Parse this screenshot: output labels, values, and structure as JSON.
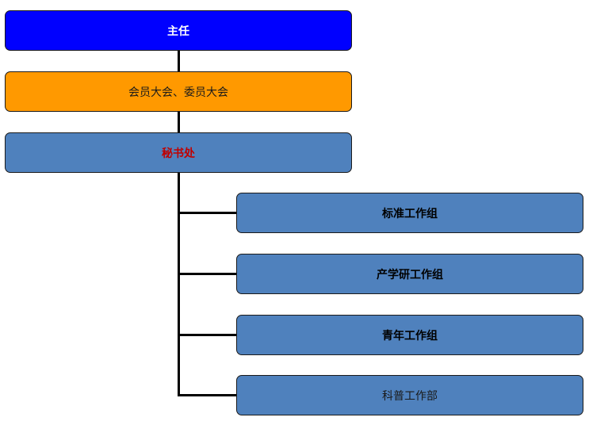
{
  "org_chart": {
    "director": {
      "label": "主任",
      "fill": "#0000FF",
      "text_color": "#FFFFFF"
    },
    "assembly": {
      "label": "会员大会、委员大会",
      "fill": "#FF9900",
      "text_color": "#1A1A1A"
    },
    "secretariat": {
      "label": "秘书处",
      "fill": "#4F81BD",
      "text_color": "#C00000"
    },
    "groups": [
      {
        "label": "标准工作组",
        "fill": "#4F81BD",
        "text_color": "#000000"
      },
      {
        "label": "产学研工作组",
        "fill": "#4F81BD",
        "text_color": "#000000"
      },
      {
        "label": "青年工作组",
        "fill": "#4F81BD",
        "text_color": "#000000"
      },
      {
        "label": "科普工作部",
        "fill": "#4F81BD",
        "text_color": "#1A1A1A"
      }
    ],
    "line_color": "#000000"
  }
}
